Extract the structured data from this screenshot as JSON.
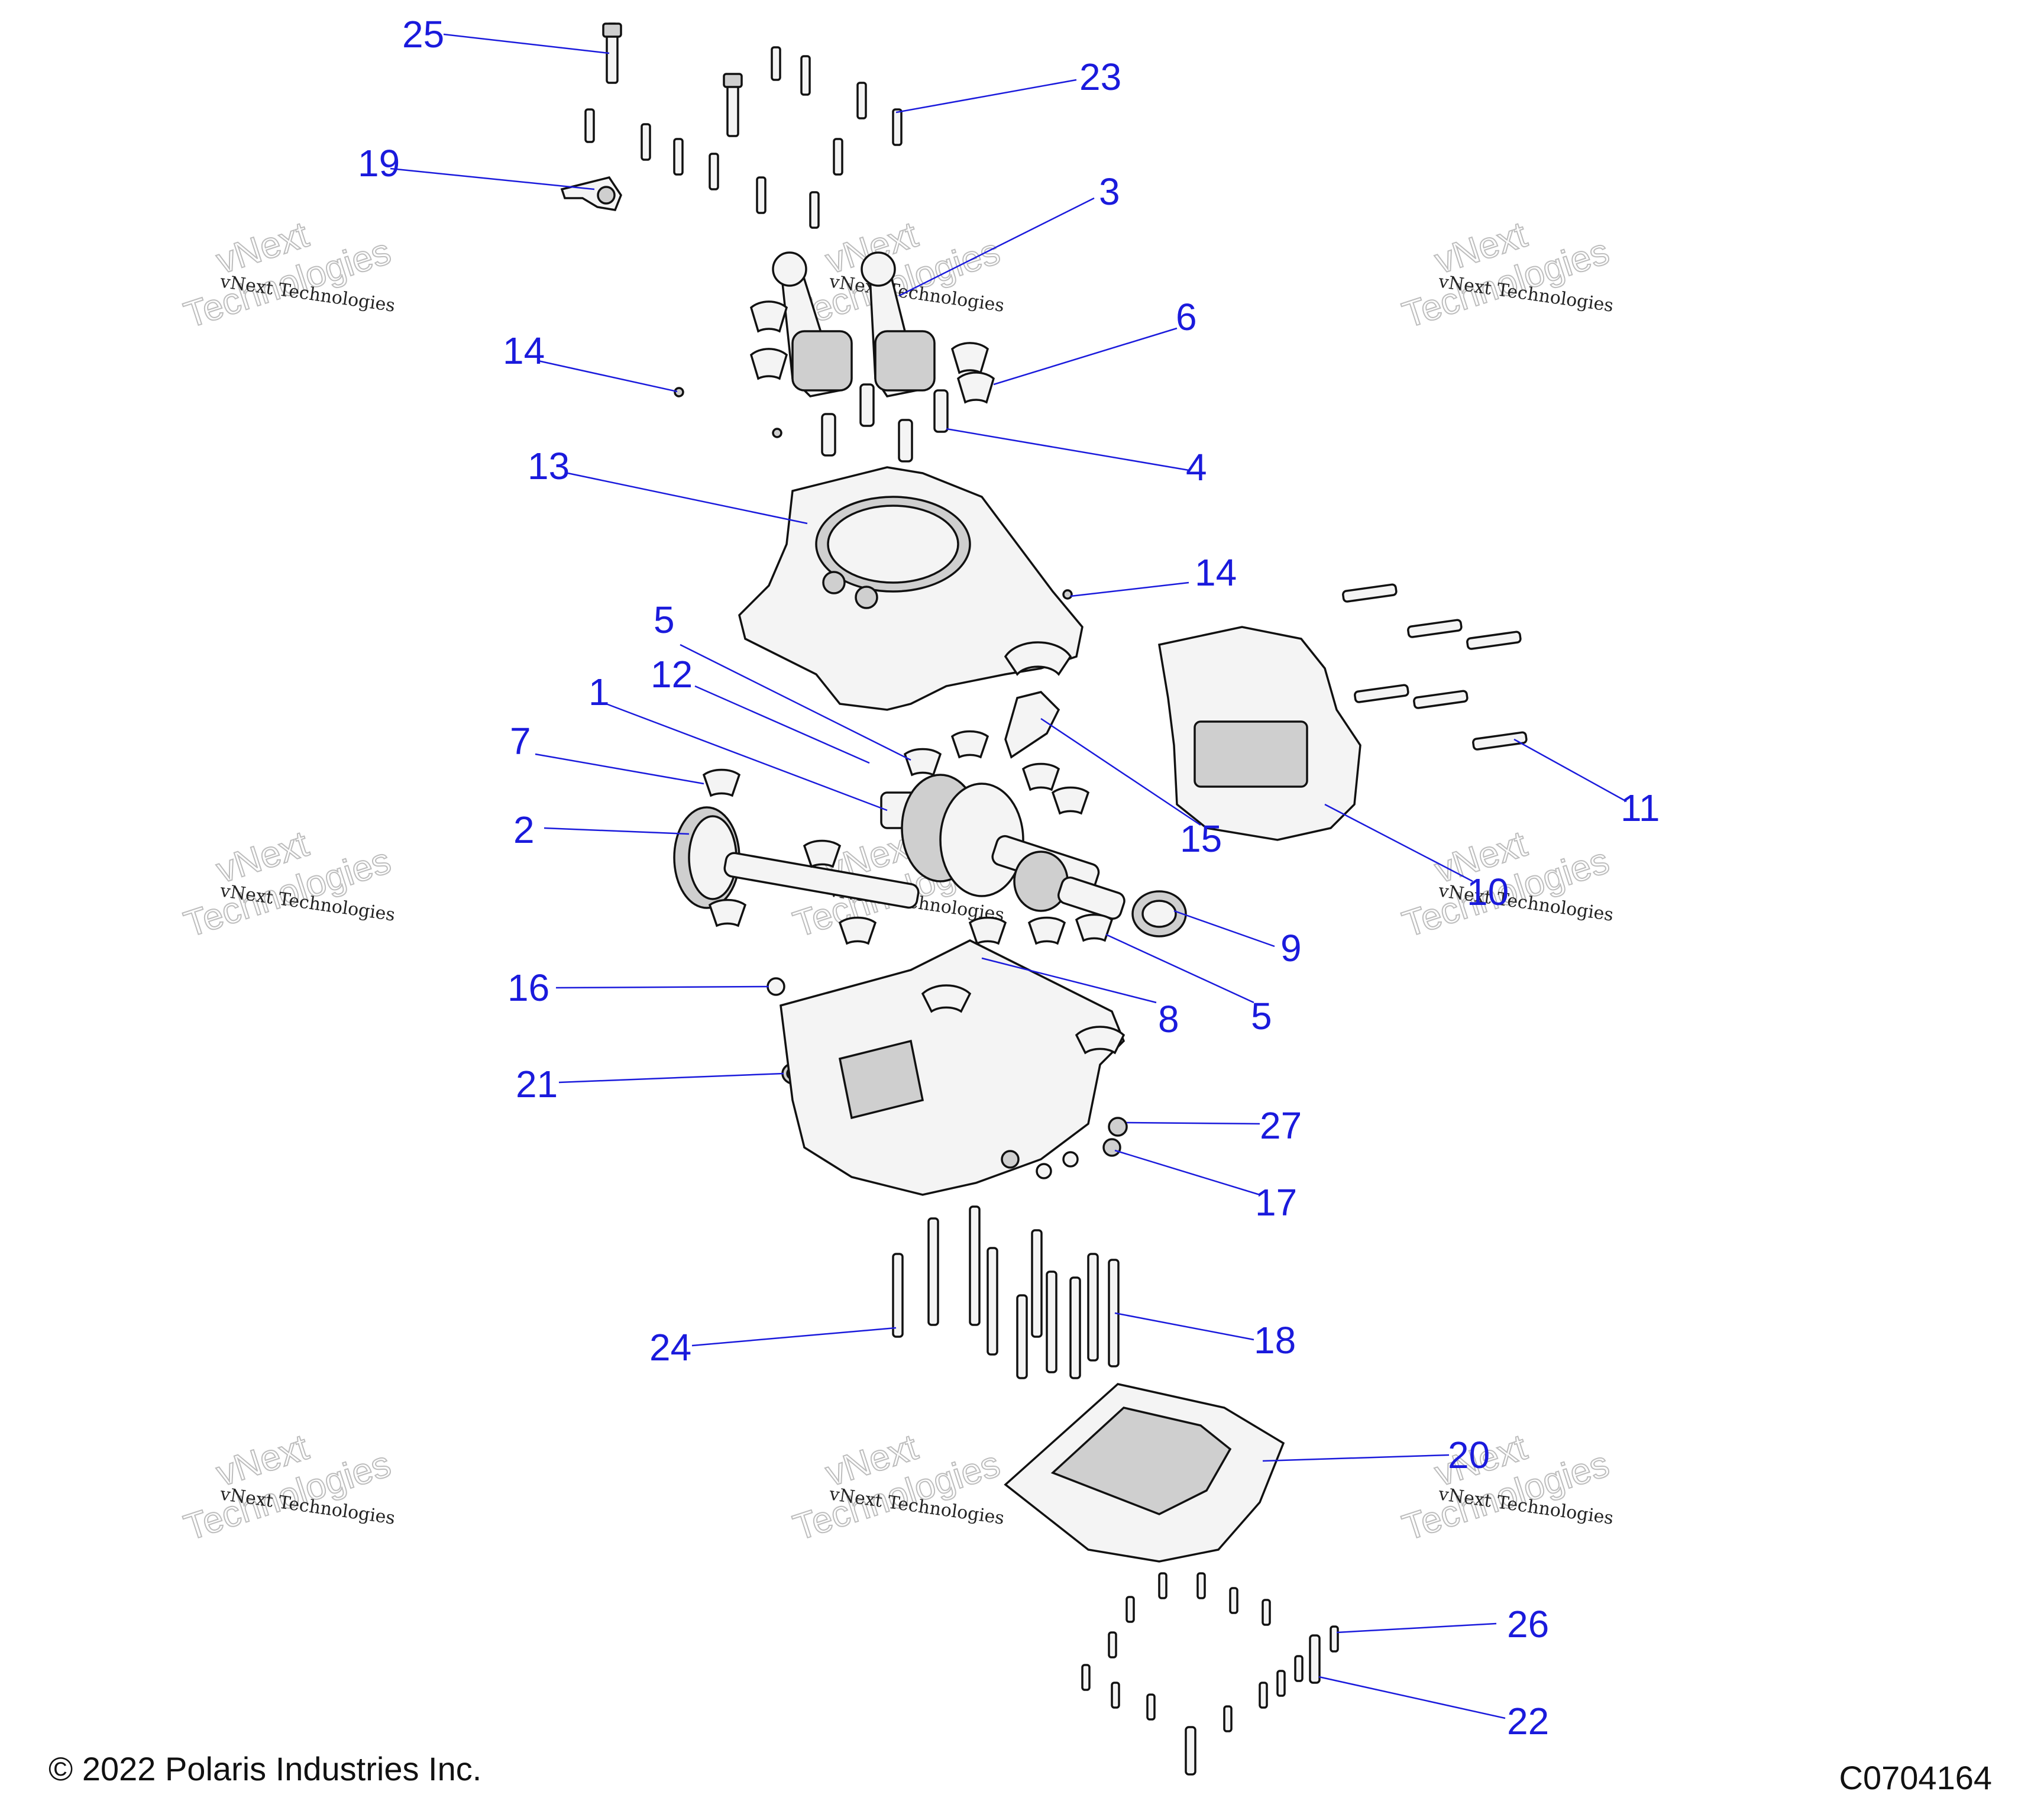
{
  "diagram": {
    "callouts": [
      {
        "id": "25",
        "label": "25"
      },
      {
        "id": "23",
        "label": "23"
      },
      {
        "id": "19",
        "label": "19"
      },
      {
        "id": "3",
        "label": "3"
      },
      {
        "id": "6",
        "label": "6"
      },
      {
        "id": "14a",
        "label": "14"
      },
      {
        "id": "4",
        "label": "4"
      },
      {
        "id": "13",
        "label": "13"
      },
      {
        "id": "14b",
        "label": "14"
      },
      {
        "id": "5a",
        "label": "5"
      },
      {
        "id": "12",
        "label": "12"
      },
      {
        "id": "1",
        "label": "1"
      },
      {
        "id": "7",
        "label": "7"
      },
      {
        "id": "2",
        "label": "2"
      },
      {
        "id": "15",
        "label": "15"
      },
      {
        "id": "11",
        "label": "11"
      },
      {
        "id": "10",
        "label": "10"
      },
      {
        "id": "9",
        "label": "9"
      },
      {
        "id": "16",
        "label": "16"
      },
      {
        "id": "8",
        "label": "8"
      },
      {
        "id": "5b",
        "label": "5"
      },
      {
        "id": "21",
        "label": "21"
      },
      {
        "id": "27",
        "label": "27"
      },
      {
        "id": "17",
        "label": "17"
      },
      {
        "id": "24",
        "label": "24"
      },
      {
        "id": "18",
        "label": "18"
      },
      {
        "id": "20",
        "label": "20"
      },
      {
        "id": "26",
        "label": "26"
      },
      {
        "id": "22",
        "label": "22"
      }
    ],
    "watermark": {
      "small": "vNext Technologies",
      "line1": "vNext",
      "line2": "Technologies"
    }
  },
  "footer": {
    "copyright": "© 2022 Polaris Industries Inc.",
    "diagram_code": "C0704164"
  }
}
